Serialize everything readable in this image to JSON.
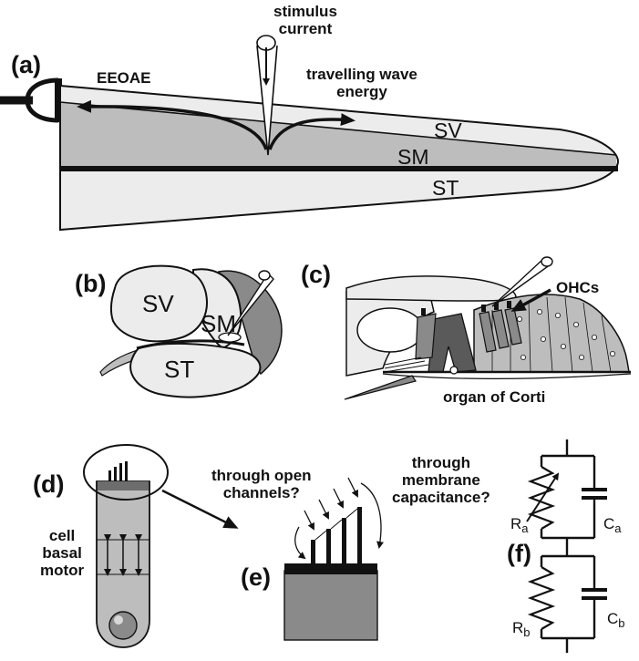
{
  "panel_labels": {
    "a": "(a)",
    "b": "(b)",
    "c": "(c)",
    "d": "(d)",
    "e": "(e)",
    "f": "(f)"
  },
  "panel_a": {
    "stimulus_line1": "stimulus",
    "stimulus_line2": "current",
    "eeoae": "EEOAE",
    "wave_line1": "travelling wave",
    "wave_line2": "energy",
    "sv": "SV",
    "sm": "SM",
    "st": "ST"
  },
  "panel_b": {
    "sv": "SV",
    "sm": "SM",
    "st": "ST"
  },
  "panel_c": {
    "ohcs": "OHCs",
    "organ": "organ of Corti"
  },
  "panel_d": {
    "line1": "cell",
    "line2": "basal",
    "line3": "motor"
  },
  "panel_e": {
    "channels_line1": "through open",
    "channels_line2": "channels?",
    "cap_line1": "through",
    "cap_line2": "membrane",
    "cap_line3": "capacitance?"
  },
  "panel_f": {
    "ra": "R",
    "ra_sub": "a",
    "ca": "C",
    "ca_sub": "a",
    "rb": "R",
    "rb_sub": "b",
    "cb": "C",
    "cb_sub": "b"
  },
  "colors": {
    "ink": "#111111",
    "light_fill": "#ececec",
    "mid_fill": "#bdbdbd",
    "dark_fill": "#8a8a8a"
  }
}
